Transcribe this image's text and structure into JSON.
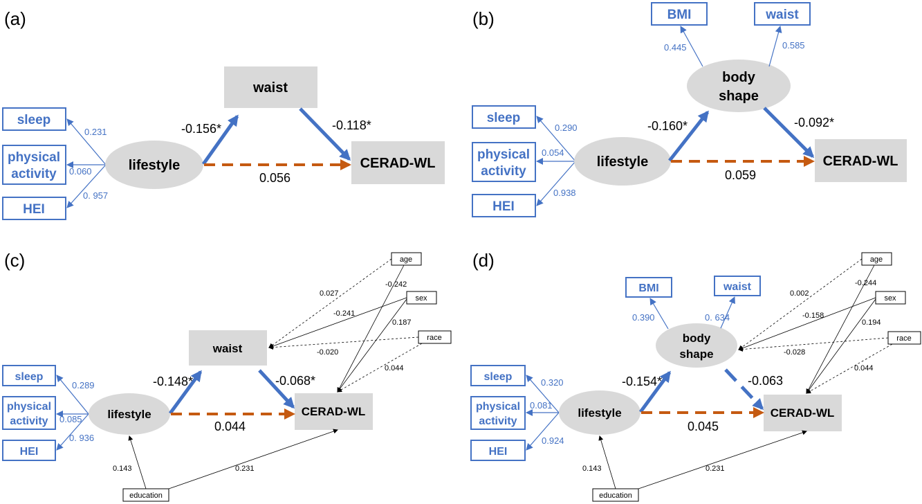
{
  "panels": {
    "a": {
      "label": "(a)",
      "indicators": [
        "sleep",
        "physical",
        "activity",
        "HEI"
      ],
      "latent": "lifestyle",
      "mediator": "waist",
      "outcome": "CERAD-WL",
      "loadings": [
        "0.231",
        "0.060",
        "0. 957"
      ],
      "path_a": "-0.156*",
      "path_b": "-0.118*",
      "path_c": "0.056"
    },
    "b": {
      "label": "(b)",
      "indicators": [
        "sleep",
        "physical",
        "activity",
        "HEI"
      ],
      "latent": "lifestyle",
      "mediator_line1": "body",
      "mediator_line2": "shape",
      "mediator_indicators": [
        "BMI",
        "waist"
      ],
      "mediator_loadings": [
        "0.445",
        "0.585"
      ],
      "outcome": "CERAD-WL",
      "loadings": [
        "0.290",
        "0.054",
        "0.938"
      ],
      "path_a": "-0.160*",
      "path_b": "-0.092*",
      "path_c": "0.059"
    },
    "c": {
      "label": "(c)",
      "indicators": [
        "sleep",
        "physical",
        "activity",
        "HEI"
      ],
      "latent": "lifestyle",
      "mediator": "waist",
      "outcome": "CERAD-WL",
      "loadings": [
        "0.289",
        "0.085",
        "0. 936"
      ],
      "path_a": "-0.148*",
      "path_b": "-0.068*",
      "path_c": "0.044",
      "covariates": [
        "age",
        "sex",
        "race",
        "education"
      ],
      "cov_coefs": [
        "0.027",
        "-0.242",
        "-0.241",
        "0.187",
        "-0.020",
        "0.044",
        "0.143",
        "0.231"
      ]
    },
    "d": {
      "label": "(d)",
      "indicators": [
        "sleep",
        "physical",
        "activity",
        "HEI"
      ],
      "latent": "lifestyle",
      "mediator_line1": "body",
      "mediator_line2": "shape",
      "mediator_indicators": [
        "BMI",
        "waist"
      ],
      "mediator_loadings": [
        "0.390",
        "0. 634"
      ],
      "outcome": "CERAD-WL",
      "loadings": [
        "0.320",
        "0.081",
        "0.924"
      ],
      "path_a": "-0.154*",
      "path_b": "-0.063",
      "path_c": "0.045",
      "covariates": [
        "age",
        "sex",
        "race",
        "education"
      ],
      "cov_coefs": [
        "0.002",
        "-0.244",
        "-0.158",
        "0.194",
        "-0.028",
        "0.044",
        "0.143",
        "0.231"
      ]
    }
  },
  "colors": {
    "blue": "#4472c4",
    "orange": "#c55a11",
    "gray": "#d9d9d9"
  }
}
